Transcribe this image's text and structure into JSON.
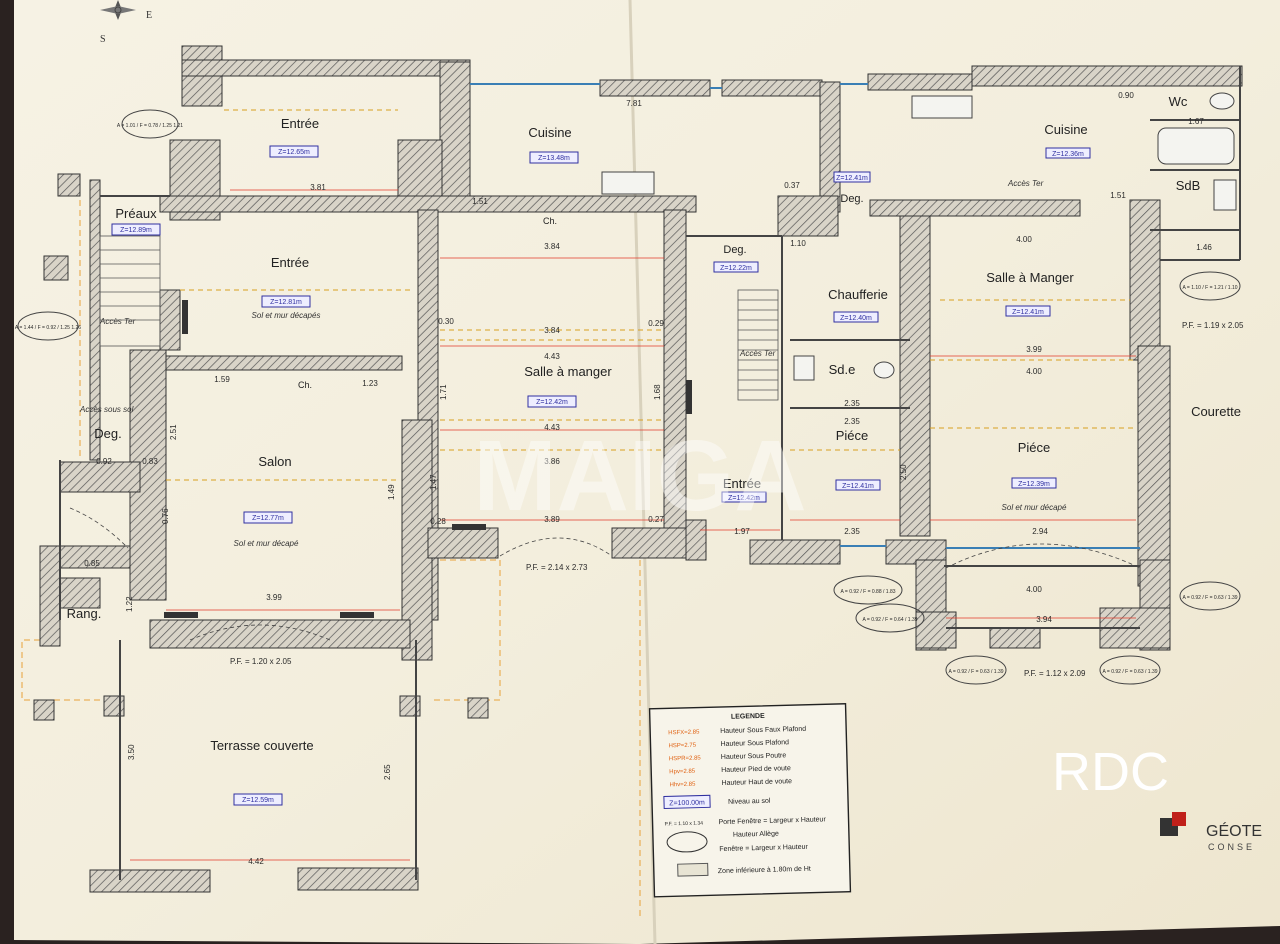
{
  "rooms": {
    "entree_top": "Entrée",
    "cuisine_left": "Cuisine",
    "preaux": "Préaux",
    "entree_mid": "Entrée",
    "salle_manger_center": "Salle à manger",
    "ch_top": "Ch.",
    "ch_salon": "Ch.",
    "salon": "Salon",
    "deg_left": "Deg.",
    "rang": "Rang.",
    "terrasse": "Terrasse couverte",
    "deg_top": "Deg.",
    "deg_small": "Deg.",
    "chaufferie": "Chaufferie",
    "sde": "Sd.e",
    "piece_mid": "Piéce",
    "entree_right": "Entrée",
    "cuisine_right": "Cuisine",
    "wc": "Wc",
    "sdb": "SdB",
    "salle_manger_right": "Salle à Manger",
    "piece_right": "Piéce",
    "courette": "Courette"
  },
  "levels": {
    "entree_top": "Z=12.65m",
    "cuisine_left": "Z=13.48m",
    "preaux": "Z=12.89m",
    "entree_mid": "Z=12.81m",
    "salle_manger_center": "Z=12.42m",
    "salon": "Z=12.77m",
    "terrasse": "Z=12.59m",
    "deg_top": "Z=12.22m",
    "chaufferie": "Z=12.40m",
    "entree_right": "Z=12.42m",
    "piece_mid": "Z=12.41m",
    "cuisine_right": "Z=12.36m",
    "salle_manger_right": "Z=12.41m",
    "piece_right": "Z=12.39m",
    "deg_small": "Z=12.41m"
  },
  "notes": {
    "sol_mur_1": "Sol et mur décapés",
    "sol_mur_2": "Sol et mur décapé",
    "sol_mur_3": "Sol et mur décapé",
    "acces_ter_1": "Accès Ter",
    "acces_ter_2": "Accès Ter",
    "acces_ter_3": "Accès Ter",
    "acces_sous_sol": "Accès sous sol",
    "pf_1": "P.F. = 2.14 x 2.73",
    "pf_2": "P.F. = 1.20 x 2.05",
    "pf_3": "P.F. = 1.12 x 2.09",
    "pf_4": "P.F. = 1.19 x 2.05"
  },
  "dimensions": {
    "d1": "3.84",
    "d2": "3.84",
    "d3": "4.43",
    "d4": "4.43",
    "d5": "3.86",
    "d6": "3.89",
    "d7": "3.81",
    "d8": "3.99",
    "d9": "4.42",
    "d10": "3.50",
    "d11": "2.65",
    "d12": "1.97",
    "d13": "2.35",
    "d14": "2.35",
    "d15": "2.35",
    "d16": "3.99",
    "d17": "4.00",
    "d18": "4.00",
    "d19": "2.94",
    "d20": "3.94",
    "d21": "1.51",
    "d22": "1.51",
    "d23": "1.46",
    "d24": "1.67",
    "d25": "7.81",
    "d26": "1.59",
    "d27": "1.23",
    "d28": "0.92",
    "d29": "0.83",
    "d30": "1.47",
    "d31": "0.28",
    "d32": "0.27",
    "d33": "2.51",
    "d34": "1.49",
    "d35": "0.76",
    "d36": "2.50",
    "d37": "0.85",
    "d38": "1.22",
    "d39": "0.37",
    "d40": "1.10",
    "d41": "4.00",
    "d42": "0.90",
    "d43": "1.71",
    "d44": "1.68",
    "d45": "0.30",
    "d46": "0.29"
  },
  "windows": {
    "w1": "A = 1.01 / F = 0.78 / 1.25 1.21",
    "w2": "A = 0.92 / F = 0.88 / 1.83",
    "w3": "A = 0.92 / F = 0.64 / 1.39",
    "w4": "A = 0.92 / F = 0.63 / 1.39",
    "w5": "A = 0.92 / F = 0.63 / 1.39",
    "w6": "A = 0.92 / F = 0.63 / 1.39",
    "w7": "A = 1.10 / F = 1.21 / 1.10",
    "w8": "A = 1.44 / F = 0.92 / 1.25 1.26"
  },
  "legend": {
    "title": "LEGENDE",
    "items": [
      {
        "code": "HSFX=2.85",
        "label": "Hauteur Sous Faux Plafond"
      },
      {
        "code": "HSP=2.75",
        "label": "Hauteur Sous Plafond"
      },
      {
        "code": "HSPR=2.85",
        "label": "Hauteur Sous Poutre"
      },
      {
        "code": "Hpv=2.85",
        "label": "Hauteur Pied de voute"
      },
      {
        "code": "Hhv=2.85",
        "label": "Hauteur Haut de voute"
      }
    ],
    "level_code": "Z=100.00m",
    "level_label": "Niveau au sol",
    "pf_code": "P.F. = 1.10 x 1.34",
    "pf_label": "Porte Fenêtre = Largeur x Hauteur",
    "allege_label": "Hauteur Allège",
    "fenetre_label": "Fenêtre = Largeur x Hauteur",
    "zone_label": "Zone inférieure à 1.80m de Ht"
  },
  "stamp": {
    "floor": "RDC",
    "watermark": "MAIGA",
    "company": "GÉOTE",
    "company_sub": "CONSE"
  },
  "compass": {
    "east": "E",
    "south": "S"
  }
}
